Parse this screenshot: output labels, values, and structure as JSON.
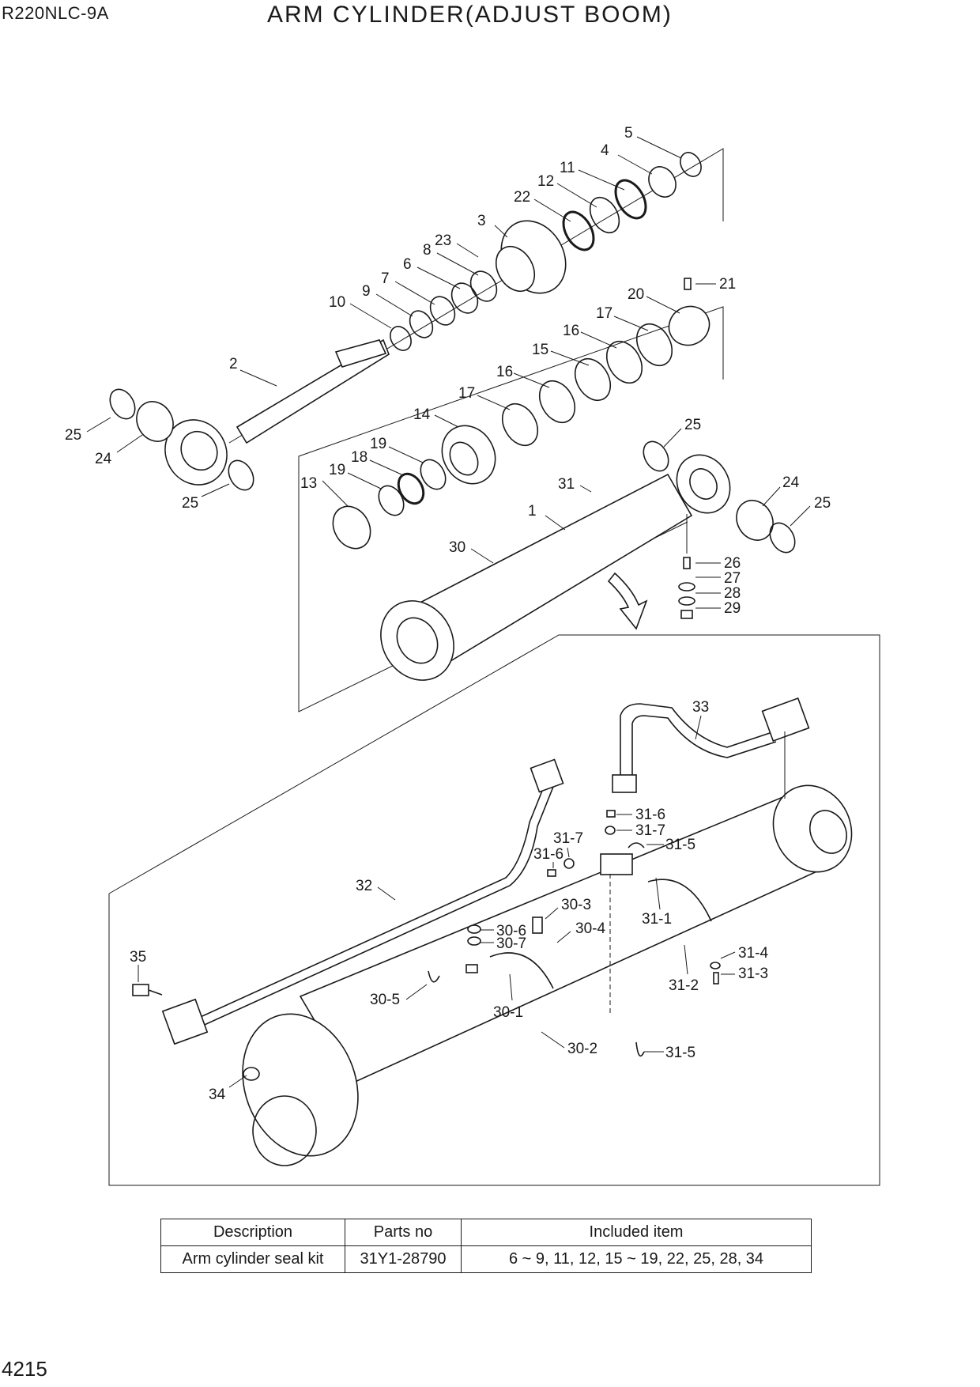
{
  "header": {
    "model": "R220NLC-9A",
    "title": "ARM CYLINDER(ADJUST BOOM)"
  },
  "page_number": "4215",
  "callouts": [
    "1",
    "2",
    "3",
    "4",
    "5",
    "6",
    "7",
    "8",
    "9",
    "10",
    "11",
    "12",
    "13",
    "14",
    "15",
    "16",
    "16",
    "17",
    "17",
    "18",
    "19",
    "19",
    "20",
    "21",
    "22",
    "23",
    "24",
    "24",
    "25",
    "25",
    "25",
    "25",
    "26",
    "27",
    "28",
    "29",
    "30",
    "31",
    "32",
    "33",
    "34",
    "35",
    "30-1",
    "30-2",
    "30-3",
    "30-4",
    "30-5",
    "30-6",
    "30-7",
    "31-1",
    "31-2",
    "31-3",
    "31-4",
    "31-5",
    "31-5",
    "31-6",
    "31-6",
    "31-7",
    "31-7"
  ],
  "seal_kit_table": {
    "headers": [
      "Description",
      "Parts no",
      "Included item"
    ],
    "rows": [
      [
        "Arm cylinder seal kit",
        "31Y1-28790",
        "6 ~ 9, 11, 12, 15 ~ 19, 22, 25, 28, 34"
      ]
    ]
  }
}
